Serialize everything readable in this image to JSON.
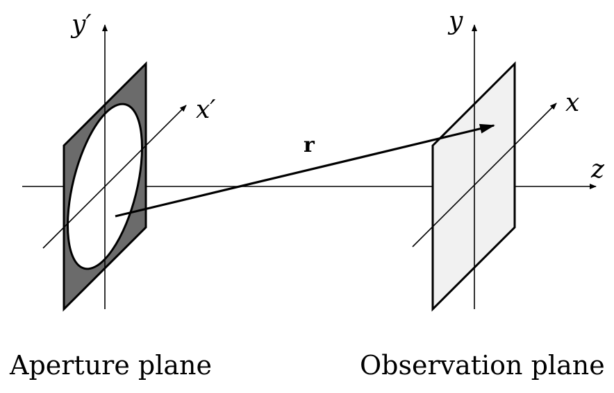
{
  "labels": {
    "aperture_y": "y′",
    "aperture_x": "x′",
    "observation_y": "y",
    "observation_x": "x",
    "z_axis": "z",
    "vector_r": "r"
  },
  "captions": {
    "aperture": "Aperture plane",
    "observation": "Observation plane"
  },
  "colors": {
    "aperture_fill": "#6b6b6b",
    "aperture_hole": "#ffffff",
    "observation_fill": "#f1f1f1",
    "lines": "#000000"
  }
}
